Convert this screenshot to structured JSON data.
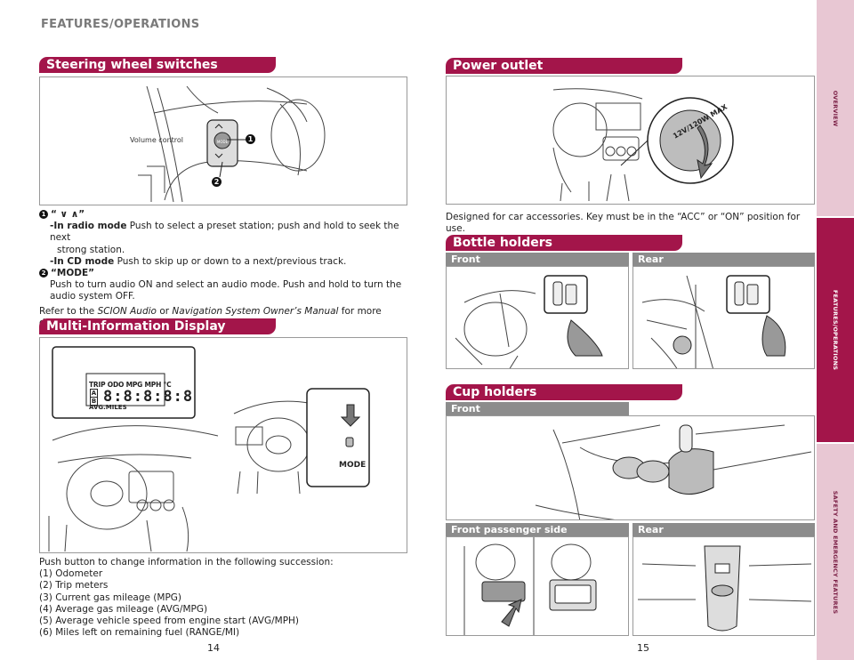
{
  "header": {
    "title": "FEATURES/OPERATIONS"
  },
  "left": {
    "steering": {
      "title": "Steering wheel switches",
      "volume_label": "Volume control",
      "marker1": "1",
      "marker2": "2",
      "item1_heading": "“ ∨ ∧”",
      "item1_radio_label": "-In radio mode",
      "item1_radio_text": "Push to select a preset station; push and hold to seek the next",
      "item1_radio_text2": "strong station.",
      "item1_cd_label": "-In CD mode",
      "item1_cd_text": "Push to skip up or down to a next/previous track.",
      "item2_heading": "“MODE”",
      "item2_text": "Push to turn audio ON and select an audio mode. Push and hold to turn the",
      "item2_text2": "audio system OFF.",
      "refer_pre": "Refer to the",
      "refer_italic1": "SCION Audio",
      "refer_or": "or",
      "refer_italic2": "Navigation System Owner’s Manual",
      "refer_post": "for more details."
    },
    "mid": {
      "title": "Multi-Information Display",
      "display_top": "TRIP ODO MPG MPH °C",
      "display_digits": "8:8:8:8:8",
      "display_ab_a": "A",
      "display_ab_b": "B",
      "display_bottom": "AVG.MILES",
      "mode_label": "MODE",
      "intro": "Push button to change information in the following succession:",
      "list": [
        "(1) Odometer",
        "(2) Trip meters",
        "(3) Current gas mileage (MPG)",
        "(4) Average gas mileage (AVG/MPG)",
        "(5) Average vehicle speed from engine start (AVG/MPH)",
        "(6) Miles left on remaining fuel (RANGE/MI)"
      ]
    },
    "page_number": "14"
  },
  "right": {
    "power": {
      "title": "Power outlet",
      "cap_text": "12V/120W MAX",
      "description": "Designed for car accessories. Key must be in the “ACC” or “ON” position for use."
    },
    "bottle": {
      "title": "Bottle holders",
      "front_label": "Front",
      "rear_label": "Rear"
    },
    "cup": {
      "title": "Cup holders",
      "front_label": "Front",
      "passenger_label": "Front passenger side",
      "rear_label": "Rear"
    },
    "page_number": "15"
  },
  "side_tabs": [
    {
      "label": "OVERVIEW",
      "color": "#e8c7d3",
      "text_color": "#7a1f45"
    },
    {
      "label": "FEATURES/OPERATIONS",
      "color": "#a3154a",
      "text_color": "#ffffff"
    },
    {
      "label": "SAFETY AND EMERGENCY FEATURES",
      "color": "#e8c7d3",
      "text_color": "#7a1f45"
    }
  ],
  "colors": {
    "accent": "#a3154a",
    "gray_bar": "#8c8c8c",
    "tab_light": "#e8c7d3"
  }
}
